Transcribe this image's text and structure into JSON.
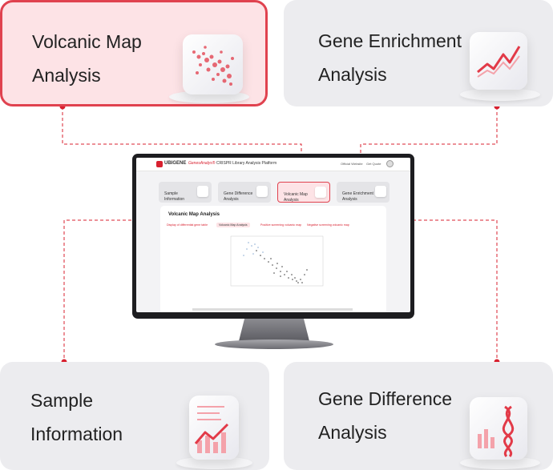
{
  "cards": {
    "volcanic": "Volcanic Map\nAnalysis",
    "enrichment": "Gene Enrichment\nAnalysis",
    "sample": "Sample\nInformation",
    "difference": "Gene Difference\nAnalysis"
  },
  "monitor": {
    "brand": "UBIGENE",
    "title_accent": "GenesAnalys®",
    "title": "CRISPR Library Analysis Platform",
    "links": [
      "Official Website",
      "Get Quote"
    ],
    "tabs": [
      "Sample\nInformation",
      "Gene Difference\nAnalysis",
      "Volcanic Map\nAnalysis",
      "Gene Enrichment\nAnalysis"
    ],
    "panel_title": "Volcanic Map  Analysis",
    "subtabs": [
      "Display of differential gene table",
      "Volcanic Map Analysis",
      "Positive screening volcanic map",
      "Negative screening volcanic map"
    ]
  },
  "colors": {
    "accent": "#d8202f",
    "card_bg": "#ececef",
    "active_bg": "#fde3e6"
  }
}
